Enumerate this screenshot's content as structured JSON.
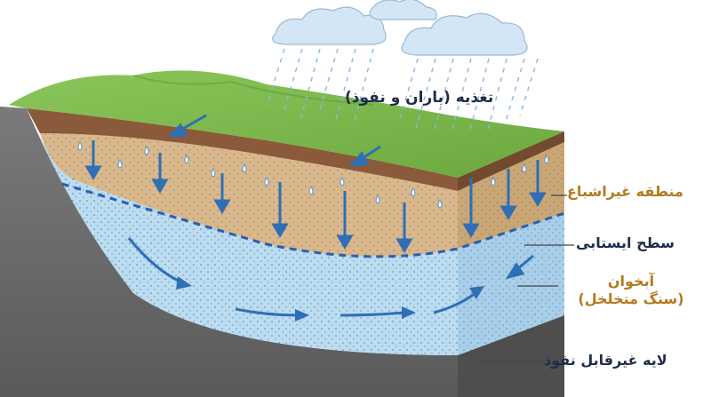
{
  "labels": {
    "recharge": "تغذیه (باران و نفوذ)",
    "unsaturated_zone": "منطقه غیراشباع",
    "water_table": "سطح ایستابی",
    "aquifer_line1": "آبخوان",
    "aquifer_line2": "(سنگ متخلخل)",
    "impermeable_layer": "لایه غیرقابل نفوذ"
  },
  "colors": {
    "grass": "#7dbb4a",
    "grass_dark": "#5e9a36",
    "topsoil": "#8a5a3a",
    "unsaturated": "#d8b88c",
    "aquifer": "#bcdcf0",
    "bedrock": "#6f6f6f",
    "bedrock_dark": "#4e4e4e",
    "arrow": "#2e6fb5",
    "water_table_line": "#2c5fb0",
    "cloud": "#d4e6f5",
    "rain": "#8ab8e0",
    "label_dark": "#1f2d4a",
    "label_gold": "#b37a1c"
  },
  "icons": [
    "cloud-icon",
    "raindrop-icon",
    "flow-arrow-icon"
  ]
}
